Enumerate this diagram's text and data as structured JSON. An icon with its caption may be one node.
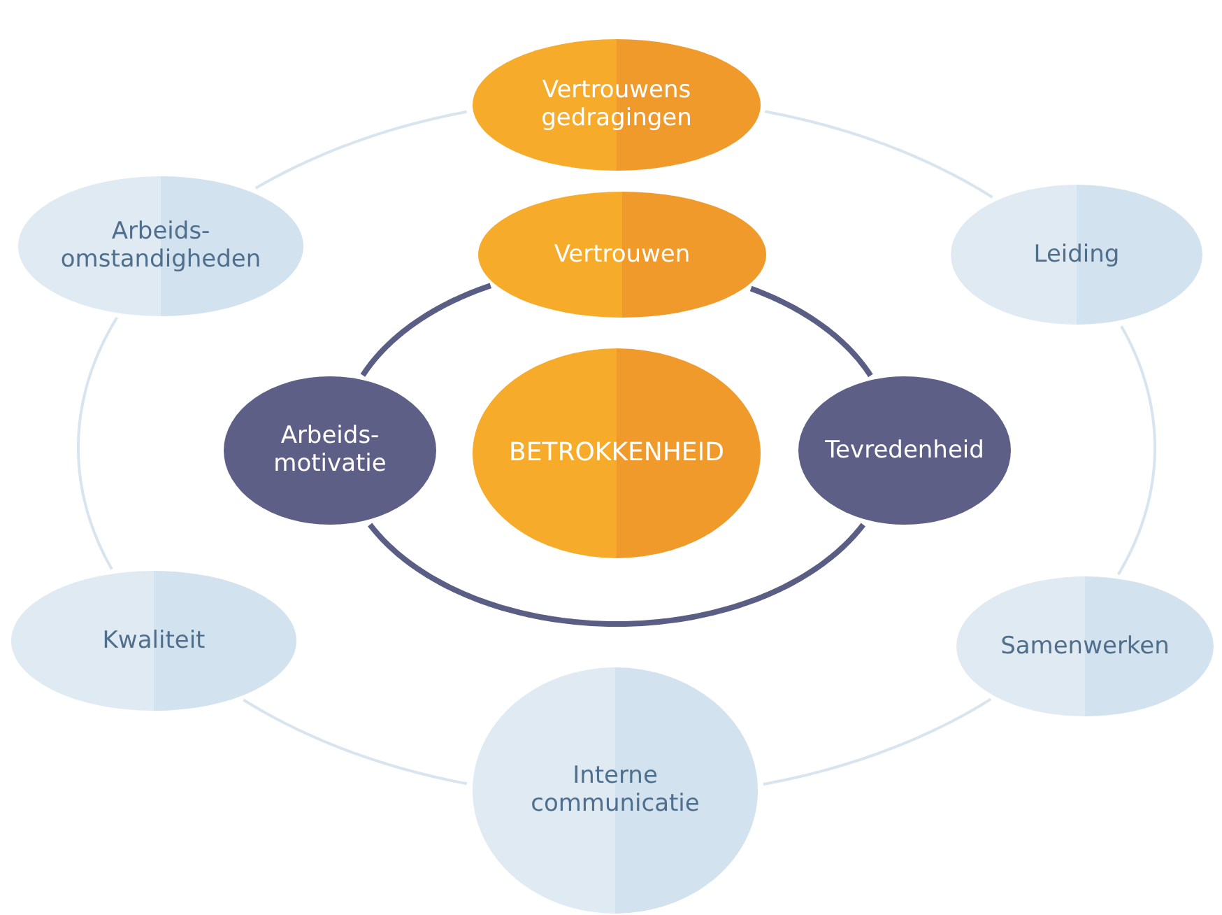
{
  "diagram": {
    "nodes": [
      {
        "text": [
          "Vertrouwens gedragingen"
        ]
      },
      {
        "text": [
          "Arbeids- omstandigheden"
        ]
      },
      {
        "text": [
          "Vertrouwen"
        ]
      },
      {
        "text": [
          "Leiding"
        ]
      },
      {
        "text": [
          "Arbeids- motivatie"
        ]
      },
      {
        "text": [
          "BETROKKENHEID"
        ]
      },
      {
        "text": [
          "Tevredenheid"
        ]
      },
      {
        "text": [
          "Kwaliteit"
        ]
      },
      {
        "text": [
          "Samenwerken"
        ]
      },
      {
        "text": [
          "Interne communicatie"
        ]
      }
    ],
    "edges": [
      {
        "from": 0,
        "to": 3,
        "arrow": "none"
      },
      {
        "from": 3,
        "to": 8,
        "arrow": "none"
      },
      {
        "from": 8,
        "to": 9,
        "arrow": "none"
      },
      {
        "from": 9,
        "to": 7,
        "arrow": "none"
      },
      {
        "from": 7,
        "to": 1,
        "arrow": "none"
      },
      {
        "from": 1,
        "to": 0,
        "arrow": "none"
      },
      {
        "from": 2,
        "to": 6,
        "arrow": "none",
        "style": "thick",
        "color": "#5a5d84"
      },
      {
        "from": 6,
        "to": 4,
        "arrow": "none",
        "style": "thick",
        "color": "#5a5d84"
      },
      {
        "from": 4,
        "to": 2,
        "arrow": "none",
        "style": "thick",
        "color": "#5a5d84"
      }
    ]
  }
}
